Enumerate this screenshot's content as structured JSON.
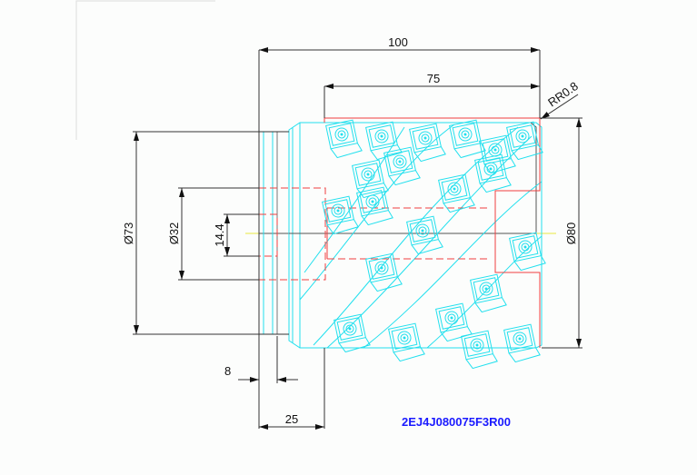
{
  "drawing": {
    "part_number": "2EJ4J080075F3R00",
    "dimensions": {
      "overall_length": "100",
      "cutting_length": "75",
      "corner_radius": "RR0.8",
      "shank_diameter": "Ø73",
      "bore_diameter": "Ø32",
      "keyway": "14.4",
      "cutting_diameter": "Ø80",
      "flange_width": "8",
      "shank_length": "25"
    },
    "colors": {
      "outline": "#22e0ee",
      "hidden": "#f04040",
      "dimension": "#333333",
      "part_number": "#1a1aff",
      "centerline": "#e8e840"
    }
  }
}
